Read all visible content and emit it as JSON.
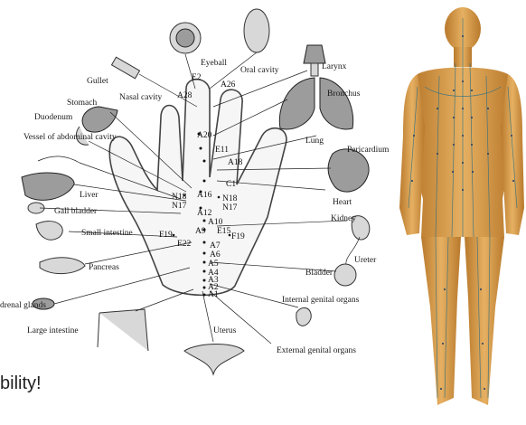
{
  "caption": "bility!",
  "hand_chart": {
    "organs": [
      {
        "key": "eyeball",
        "label": "Eyeball"
      },
      {
        "key": "oral_cavity",
        "label": "Oral cavity"
      },
      {
        "key": "larynx",
        "label": "Larynx"
      },
      {
        "key": "gullet",
        "label": "Gullet"
      },
      {
        "key": "nasal_cavity",
        "label": "Nasal cavity"
      },
      {
        "key": "bronchus",
        "label": "Bronchus"
      },
      {
        "key": "stomach",
        "label": "Stomach"
      },
      {
        "key": "duodenum",
        "label": "Duodenum"
      },
      {
        "key": "vessel",
        "label": "Vessel of abdominal cavity"
      },
      {
        "key": "lung",
        "label": "Lung"
      },
      {
        "key": "pericardium",
        "label": "Pericardium"
      },
      {
        "key": "heart",
        "label": "Heart"
      },
      {
        "key": "liver",
        "label": "Liver"
      },
      {
        "key": "gall_bladder",
        "label": "Gall bladder"
      },
      {
        "key": "kidney",
        "label": "Kidney"
      },
      {
        "key": "small_intestine",
        "label": "Small intestine"
      },
      {
        "key": "ureter",
        "label": "Ureter"
      },
      {
        "key": "pancreas",
        "label": "Pancreas"
      },
      {
        "key": "bladder",
        "label": "Bladder"
      },
      {
        "key": "adrenal_glands",
        "label": "drenal glands"
      },
      {
        "key": "internal_genital",
        "label": "Internal genital organs"
      },
      {
        "key": "large_intestine",
        "label": "Large intestine"
      },
      {
        "key": "uterus",
        "label": "Uterus"
      },
      {
        "key": "external_genital",
        "label": "External genital organs"
      }
    ],
    "points": [
      "E2",
      "A26",
      "A28",
      "A20",
      "E11",
      "A18",
      "C1",
      "A16",
      "N18",
      "N17",
      "N18",
      "N17",
      "A12",
      "A10",
      "A9",
      "E15",
      "F19",
      "F19",
      "E22",
      "A7",
      "A6",
      "A5",
      "A4",
      "A3",
      "A2",
      "A1"
    ]
  },
  "body_chart": {
    "subject": "back view with acupuncture meridians"
  }
}
